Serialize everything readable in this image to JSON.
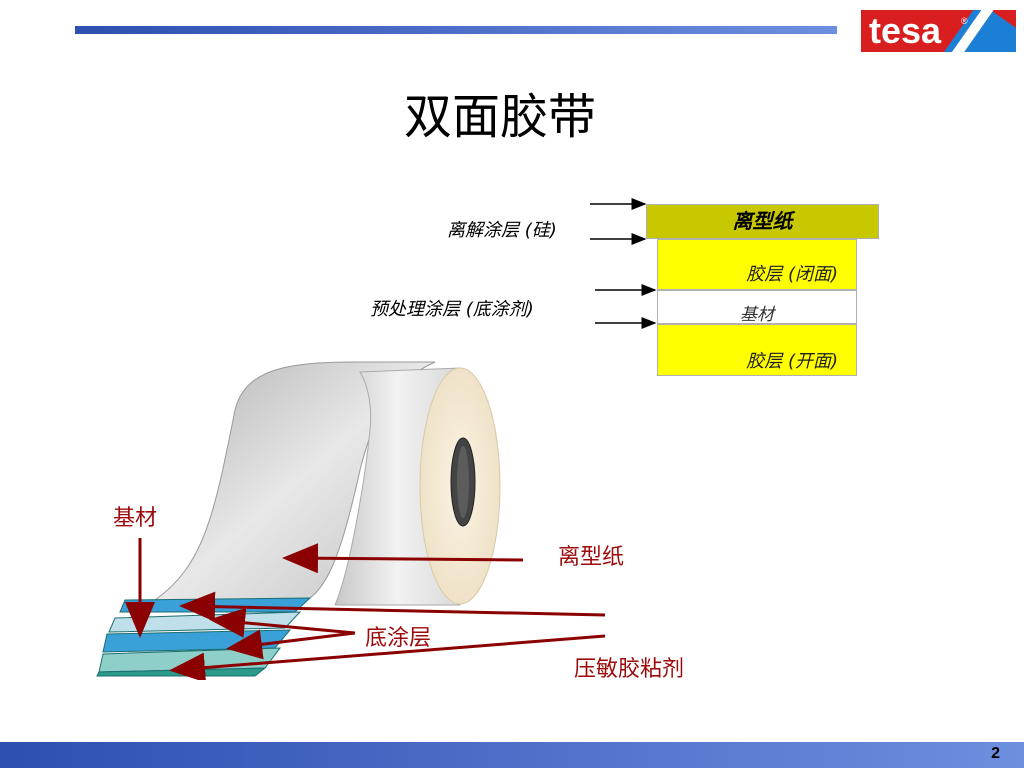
{
  "header": {
    "logo_text": "tesa",
    "logo_mark": "®",
    "title": "双面胶带"
  },
  "layer_diagram": {
    "left_labels": {
      "release_coating": "离解涂层 (硅)",
      "primer": "预处理涂层 (底涂剂)"
    },
    "layers": {
      "release_paper": "离型纸",
      "adhesive_closed": "胶层 (闭面)",
      "backing": "基材",
      "adhesive_open": "胶层 (开面)"
    },
    "colors": {
      "release_paper": "#c8c800",
      "adhesive": "#ffff00",
      "backing": "#ffffff"
    }
  },
  "roll_diagram": {
    "labels": {
      "backing": "基材",
      "release_paper": "离型纸",
      "primer": "底涂层",
      "psa": "压敏胶粘剂"
    },
    "colors": {
      "arrow": "#8b0000",
      "label": "#9c0a0a"
    }
  },
  "footer": {
    "page_number": "2"
  }
}
